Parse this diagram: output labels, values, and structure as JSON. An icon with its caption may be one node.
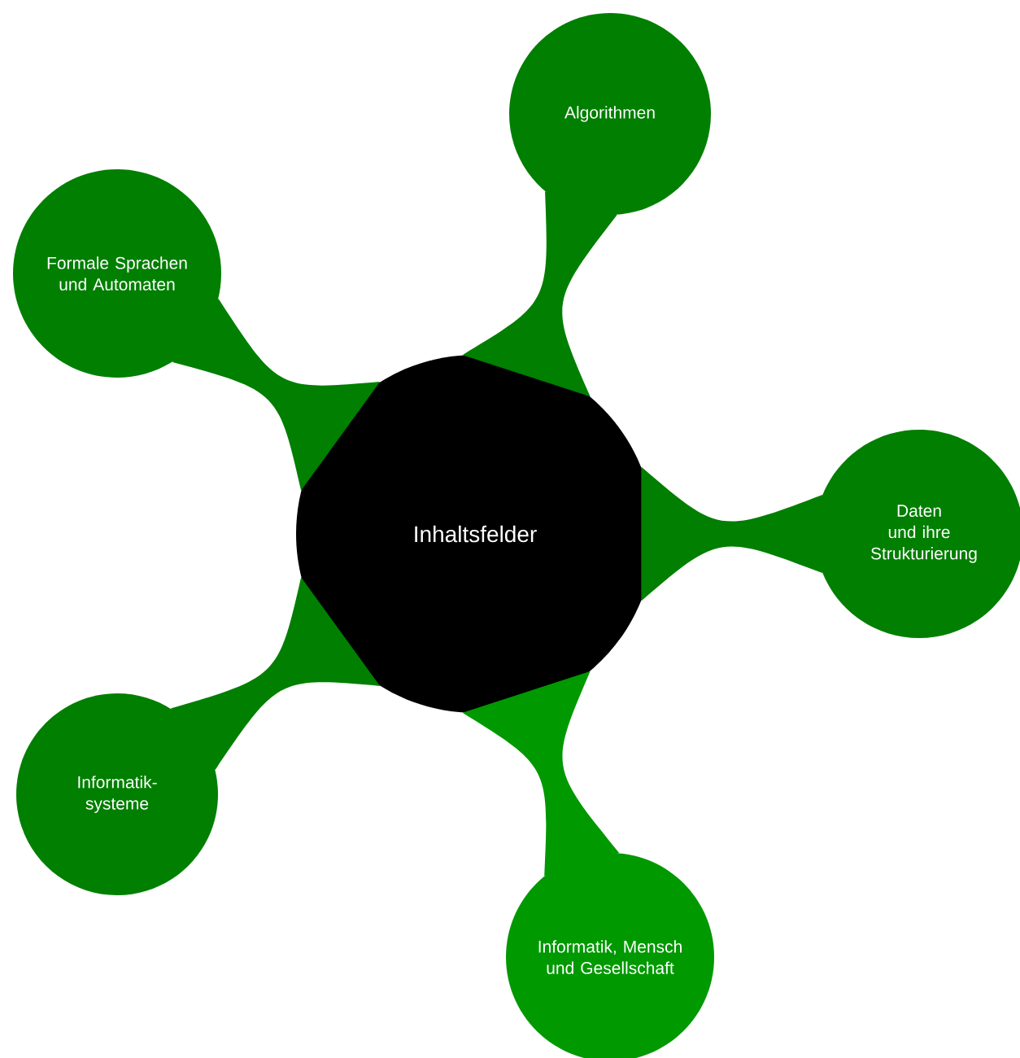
{
  "diagram": {
    "nodes": [
      {
        "text": [
          "Inhaltsfelder"
        ]
      },
      {
        "text": [
          "Algorithmen"
        ]
      },
      {
        "text": [
          "Daten und ihre Strukturierung"
        ]
      },
      {
        "text": [
          "Informatik, Mensch und Gesellschaft"
        ]
      },
      {
        "text": [
          "Informatik-systeme"
        ]
      },
      {
        "text": [
          "Formale Sprachen und Automaten"
        ]
      }
    ],
    "edges": [
      {
        "from": 0,
        "to": 1,
        "arrow": "none"
      },
      {
        "from": 0,
        "to": 2,
        "arrow": "none"
      },
      {
        "from": 0,
        "to": 3,
        "arrow": "none"
      },
      {
        "from": 0,
        "to": 4,
        "arrow": "none"
      },
      {
        "from": 0,
        "to": 5,
        "arrow": "none"
      }
    ]
  }
}
